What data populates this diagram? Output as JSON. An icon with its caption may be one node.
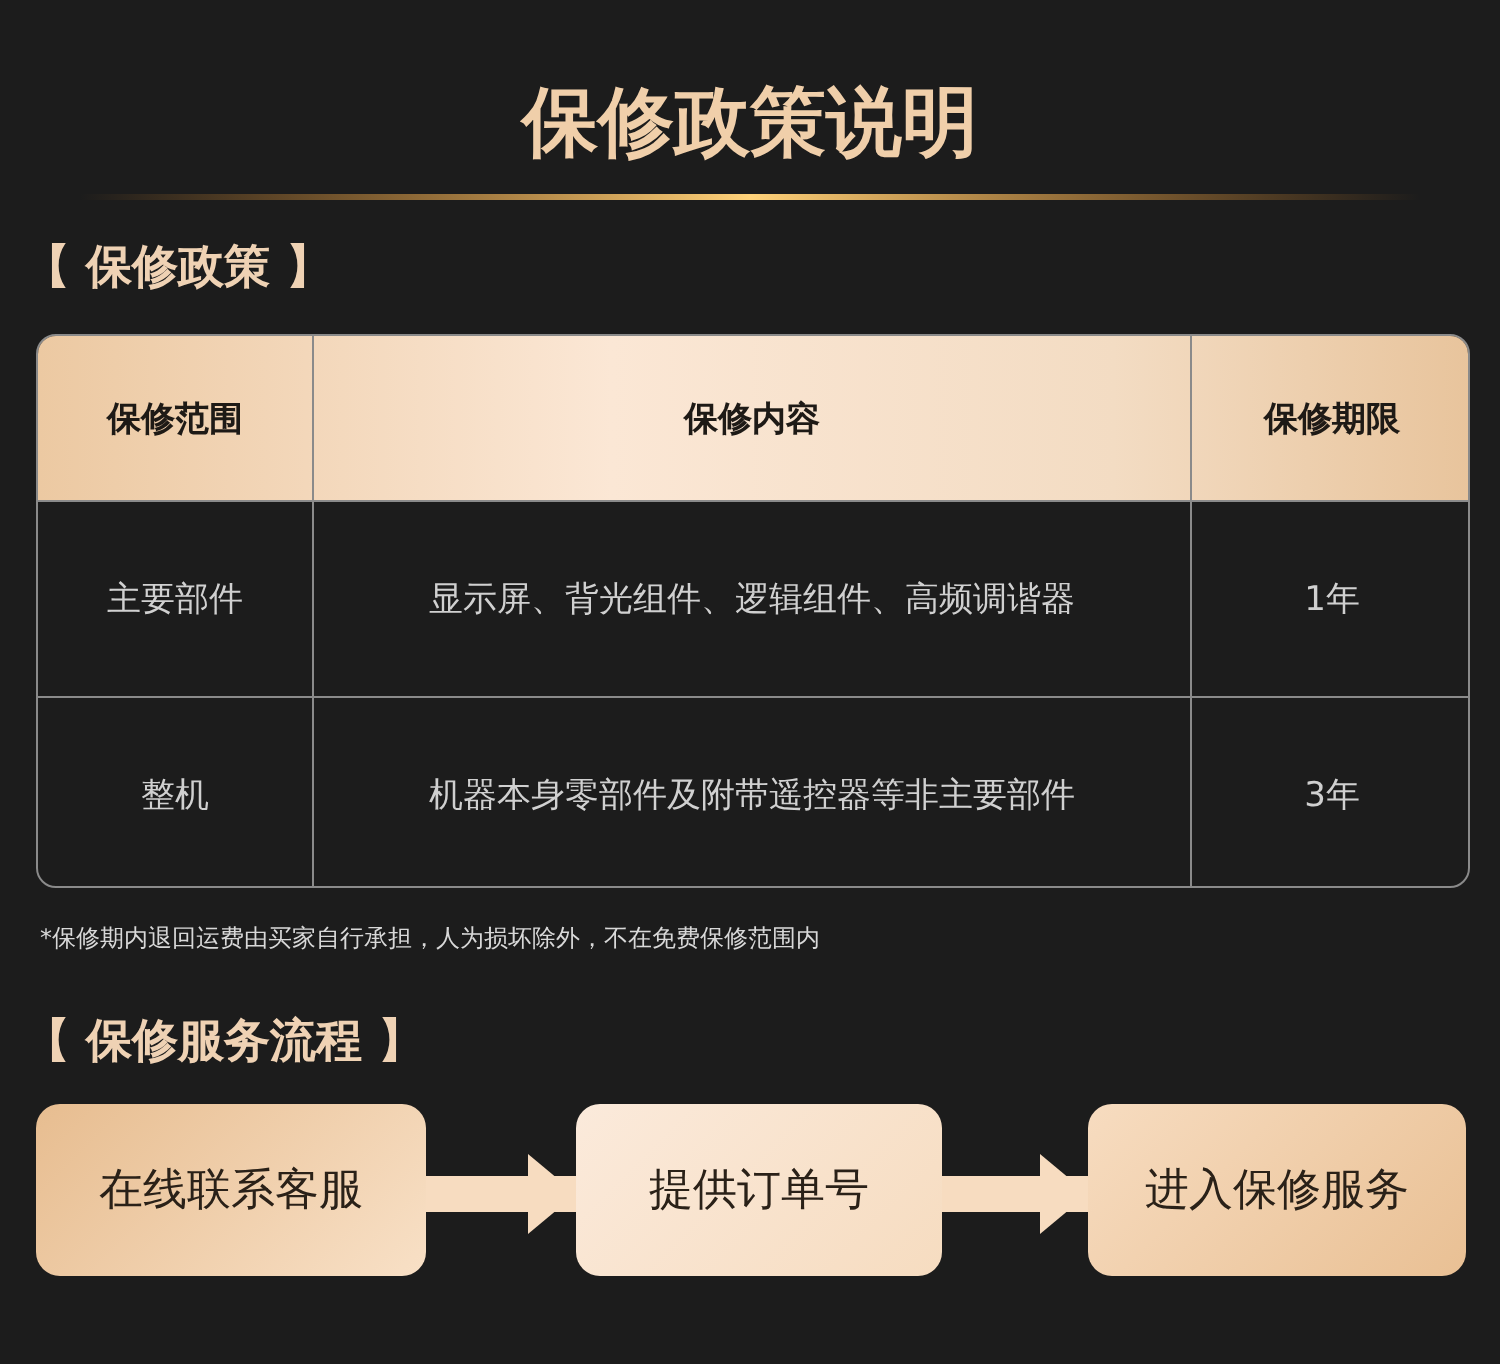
{
  "diagram": {
    "title": "保修政策说明",
    "nodes": [
      {
        "text": [
          "在线联系客服"
        ]
      },
      {
        "text": [
          "提供订单号"
        ]
      },
      {
        "text": [
          "进入保修服务"
        ]
      }
    ],
    "edges": [
      {
        "from": 0,
        "to": 1,
        "arrow": "to"
      },
      {
        "from": 1,
        "to": 2,
        "arrow": "to"
      }
    ],
    "labels": [
      "【 保修政策 】",
      "保修范围",
      "保修内容",
      "保修期限",
      "主要部件",
      "显示屏、背光组件、逻辑组件、高频调谐器",
      "1年",
      "整机",
      "机器本身零部件及附带遥控器等非主要部件",
      "3年",
      "*保修期内退回运费由买家自行承担，人为损坏除外，不在免费保修范围内",
      "【 保修服务流程 】"
    ]
  }
}
